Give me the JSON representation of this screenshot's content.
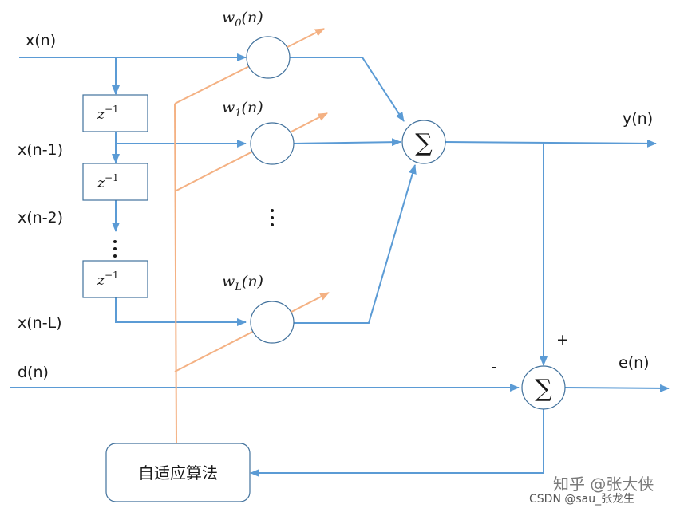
{
  "signals": {
    "x_n": "x(n)",
    "x_n1": "x(n-1)",
    "x_n2": "x(n-2)",
    "x_nL": "x(n-L)",
    "d_n": "d(n)",
    "y_n": "y(n)",
    "e_n": "e(n)"
  },
  "weights": {
    "w0": {
      "base": "w",
      "sub": "0",
      "arg": "(n)"
    },
    "w1": {
      "base": "w",
      "sub": "1",
      "arg": "(n)"
    },
    "wL": {
      "base": "w",
      "sub": "L",
      "arg": "(n)"
    }
  },
  "delay": {
    "base": "z",
    "sup": "−1"
  },
  "summer": {
    "symbol": "∑"
  },
  "signs": {
    "plus": "+",
    "minus": "-"
  },
  "adaptive_block": {
    "label": "自适应算法"
  },
  "watermark": {
    "zhihu": "知乎 @张大侠",
    "csdn": "CSDN @sau_张龙生"
  },
  "colors": {
    "signal_wire": "#5b9bd5",
    "adapt_wire": "#f4b183",
    "block_border": "#41719c"
  }
}
